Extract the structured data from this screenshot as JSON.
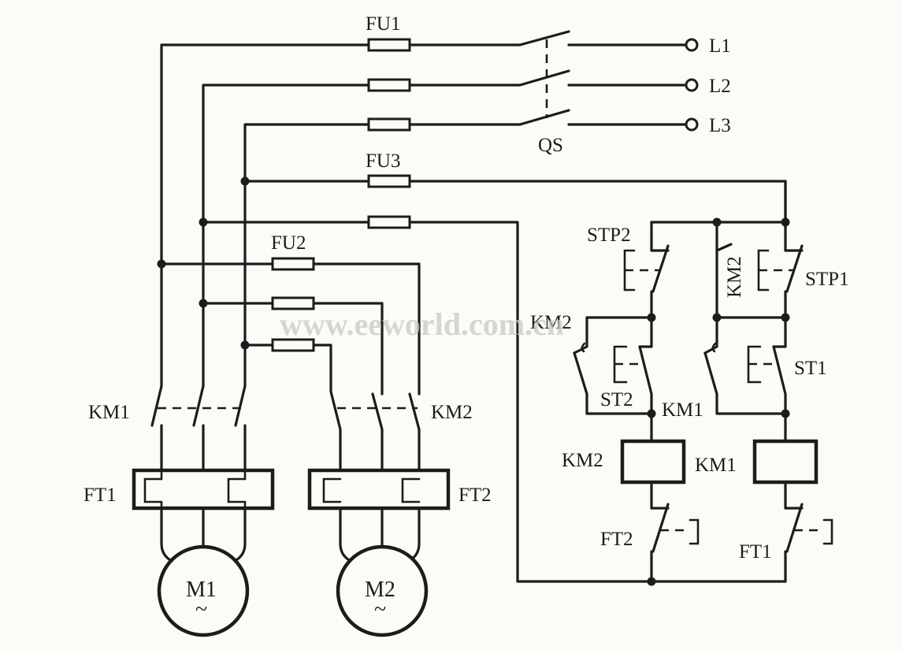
{
  "title": "",
  "watermark": "www.eeworld.com.cn",
  "power": {
    "line_terminals": [
      "L1",
      "L2",
      "L3"
    ],
    "main_switch": "QS",
    "fuse_main": "FU1",
    "fuse_m2": "FU2",
    "fuse_control": "FU3"
  },
  "motor1": {
    "contactor": "KM1",
    "thermal_relay": "FT1",
    "motor": "M1",
    "ac_symbol": "~"
  },
  "motor2": {
    "contactor": "KM2",
    "thermal_relay": "FT2",
    "motor": "M2",
    "ac_symbol": "~"
  },
  "control": {
    "branch_m2": {
      "stop_button": "STP2",
      "holding_contact": "KM2",
      "start_button": "ST2",
      "interlock": "KM1",
      "coil": "KM2",
      "overload": "FT2"
    },
    "branch_m1": {
      "stop_button": "STP1",
      "interlock_contact": "KM2",
      "start_button": "ST1",
      "coil": "KM1",
      "overload": "FT1"
    }
  }
}
